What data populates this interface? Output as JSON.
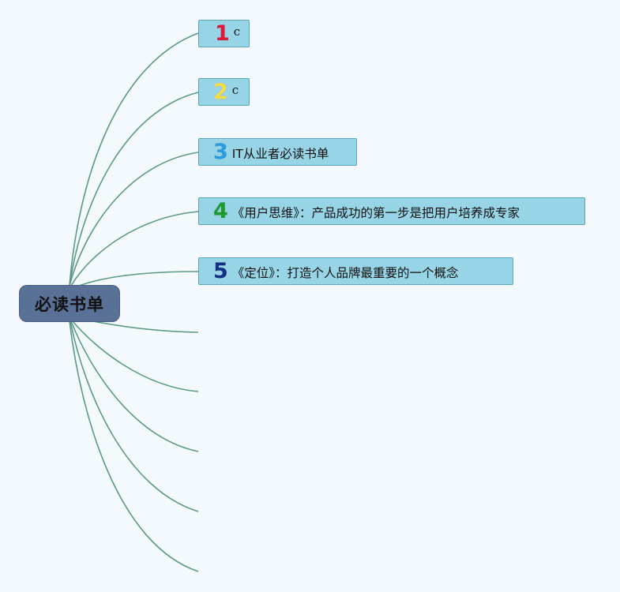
{
  "central_topic": "必读书单",
  "topics": [
    {
      "marker": "1",
      "marker_color": "#e0183b",
      "label": "c"
    },
    {
      "marker": "2",
      "marker_color": "#f4dd46",
      "label": "c"
    },
    {
      "marker": "3",
      "marker_color": "#2a9de2",
      "label": "IT从业者必读书单"
    },
    {
      "marker": "4",
      "marker_color": "#1d9b2e",
      "label": "《用户思维》：产品成功的第一步是把用户培养成专家"
    },
    {
      "marker": "5",
      "marker_color": "#142f85",
      "label": "《定位》：打造个人品牌最重要的一个概念"
    }
  ],
  "empty_branch_count": 5,
  "colors": {
    "background": "#f4f9fe",
    "connector": "#5b9a84",
    "central_fill": "#5a7197",
    "topic_fill": "#97d4e6",
    "topic_border": "#5aa6b8"
  }
}
